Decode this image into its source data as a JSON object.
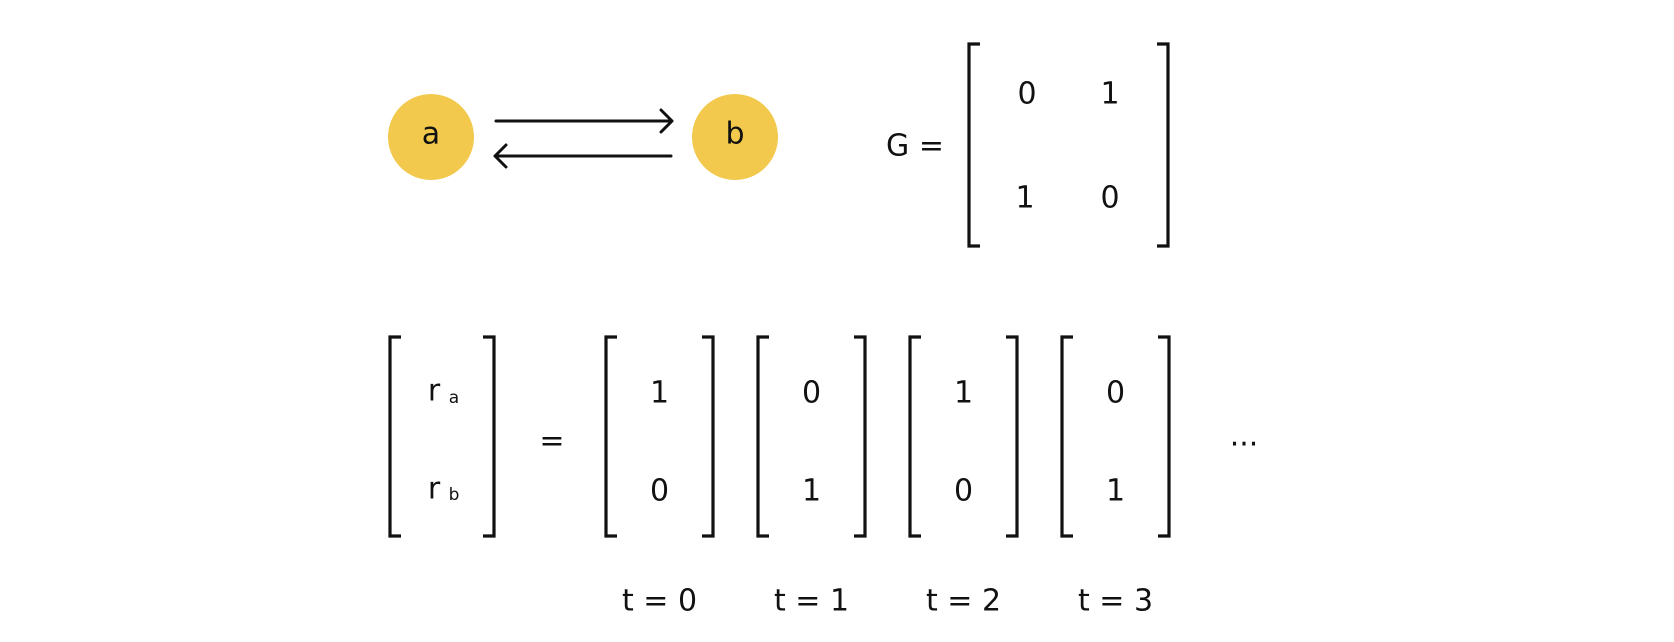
{
  "graph": {
    "nodes": [
      {
        "label": "a"
      },
      {
        "label": "b"
      }
    ],
    "node_color": "#F2C94C",
    "edges": [
      {
        "from": "a",
        "to": "b"
      },
      {
        "from": "b",
        "to": "a"
      }
    ]
  },
  "matrix_G": {
    "lhs": "G =",
    "rows": [
      [
        "0",
        "1"
      ],
      [
        "1",
        "0"
      ]
    ]
  },
  "rank_vector": {
    "entries": [
      {
        "base": "r",
        "sub": "a"
      },
      {
        "base": "r",
        "sub": "b"
      }
    ],
    "equals": "=",
    "iterations": [
      {
        "label": "t = 0",
        "values": [
          "1",
          "0"
        ]
      },
      {
        "label": "t = 1",
        "values": [
          "0",
          "1"
        ]
      },
      {
        "label": "t = 2",
        "values": [
          "1",
          "0"
        ]
      },
      {
        "label": "t = 3",
        "values": [
          "0",
          "1"
        ]
      }
    ],
    "ellipsis": "..."
  }
}
